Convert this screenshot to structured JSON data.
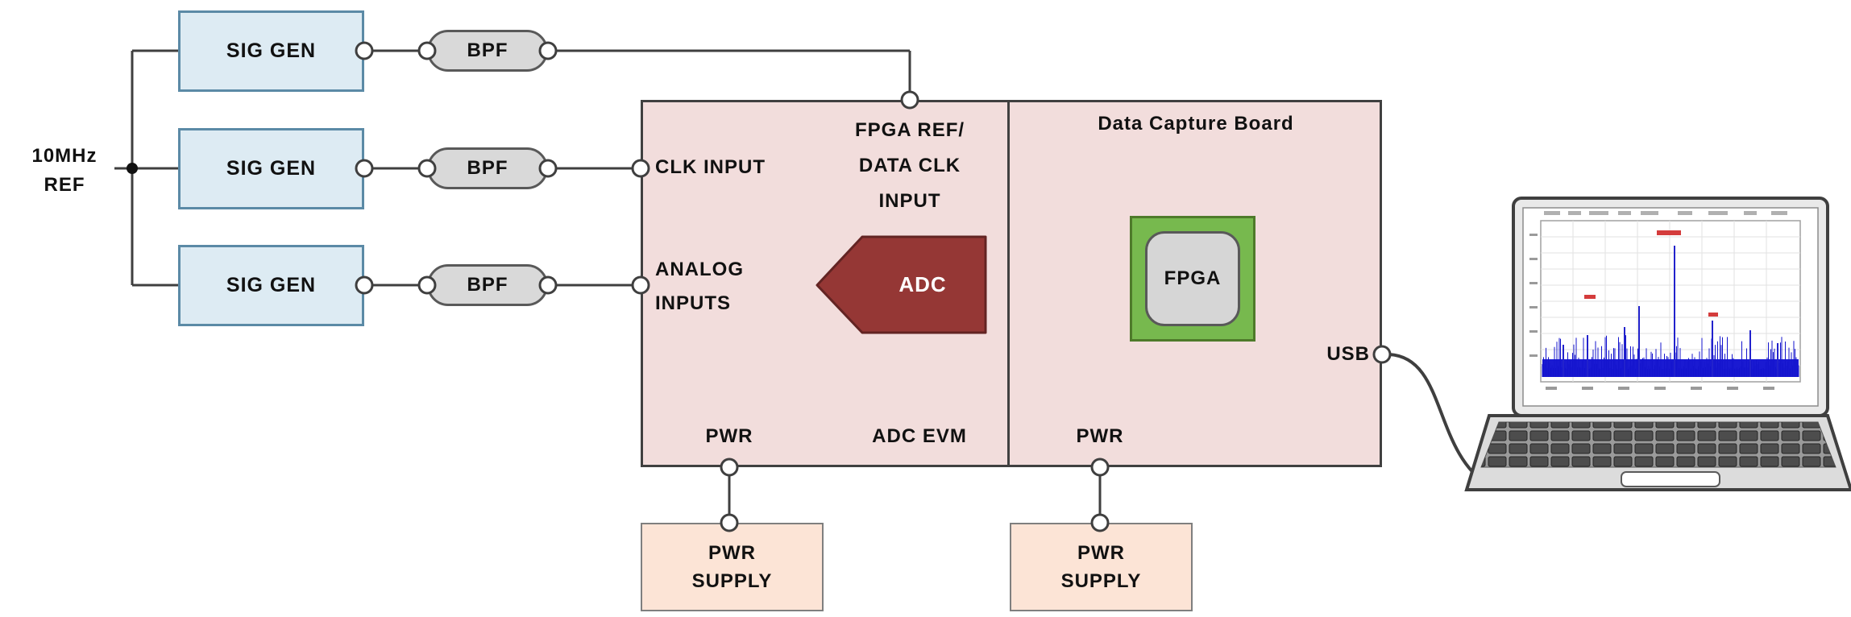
{
  "ref": {
    "label": "10MHz\nREF"
  },
  "sig_gens": [
    {
      "label": "SIG GEN"
    },
    {
      "label": "SIG GEN"
    },
    {
      "label": "SIG GEN"
    }
  ],
  "filters": [
    {
      "label": "BPF"
    },
    {
      "label": "BPF"
    },
    {
      "label": "BPF"
    }
  ],
  "adc_evm": {
    "clk_input": "CLK INPUT",
    "fpga_ref": "FPGA REF/\nDATA CLK\nINPUT",
    "analog_inputs": "ANALOG\nINPUTS",
    "adc": "ADC",
    "pwr": "PWR",
    "name": "ADC EVM"
  },
  "data_capture_board": {
    "name": "Data Capture Board",
    "fpga": "FPGA",
    "pwr": "PWR",
    "usb": "USB"
  },
  "pwr_supplies": [
    {
      "label": "PWR\nSUPPLY"
    },
    {
      "label": "PWR\nSUPPLY"
    }
  ],
  "icons": {
    "laptop": "laptop-with-spectrum-plot",
    "connector": "wire-junction-node"
  },
  "colors": {
    "sig_gen_fill": "#ddebf3",
    "sig_gen_border": "#5b8aa6",
    "filter_fill": "#d9d9d9",
    "board_fill": "#f2dddc",
    "adc_fill": "#953735",
    "fpga_fill": "#77b94e",
    "pwr_supply_fill": "#fce4d6",
    "wire": "#3f3f3f",
    "plot_trace": "#1414cd"
  }
}
